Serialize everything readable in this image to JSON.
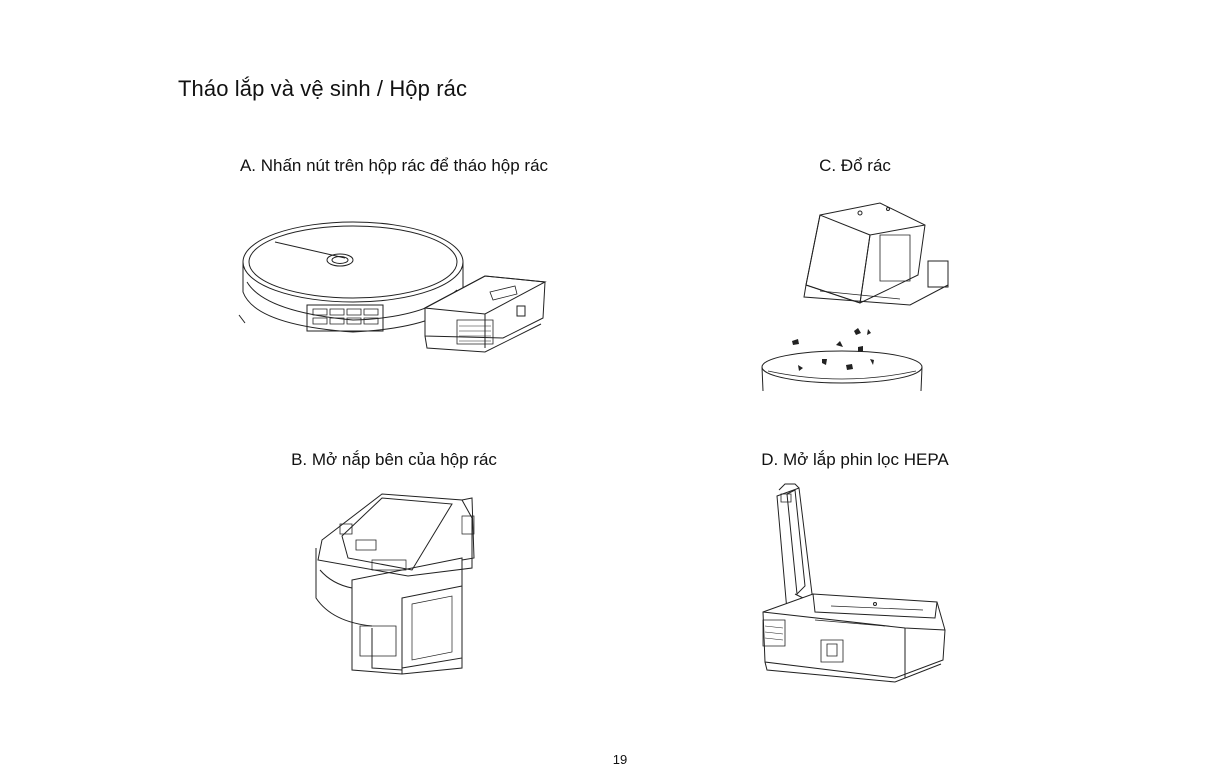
{
  "page": {
    "title": "Tháo lắp và vệ sinh / Hộp rác",
    "page_number": "19"
  },
  "steps": [
    {
      "id": "A",
      "caption": "A. Nhấn nút trên hộp rác để tháo hộp rác"
    },
    {
      "id": "B",
      "caption": "B. Mở nắp bên của hộp rác"
    },
    {
      "id": "C",
      "caption": "C. Đổ rác"
    },
    {
      "id": "D",
      "caption": "D. Mở lắp phin lọc HEPA"
    }
  ]
}
